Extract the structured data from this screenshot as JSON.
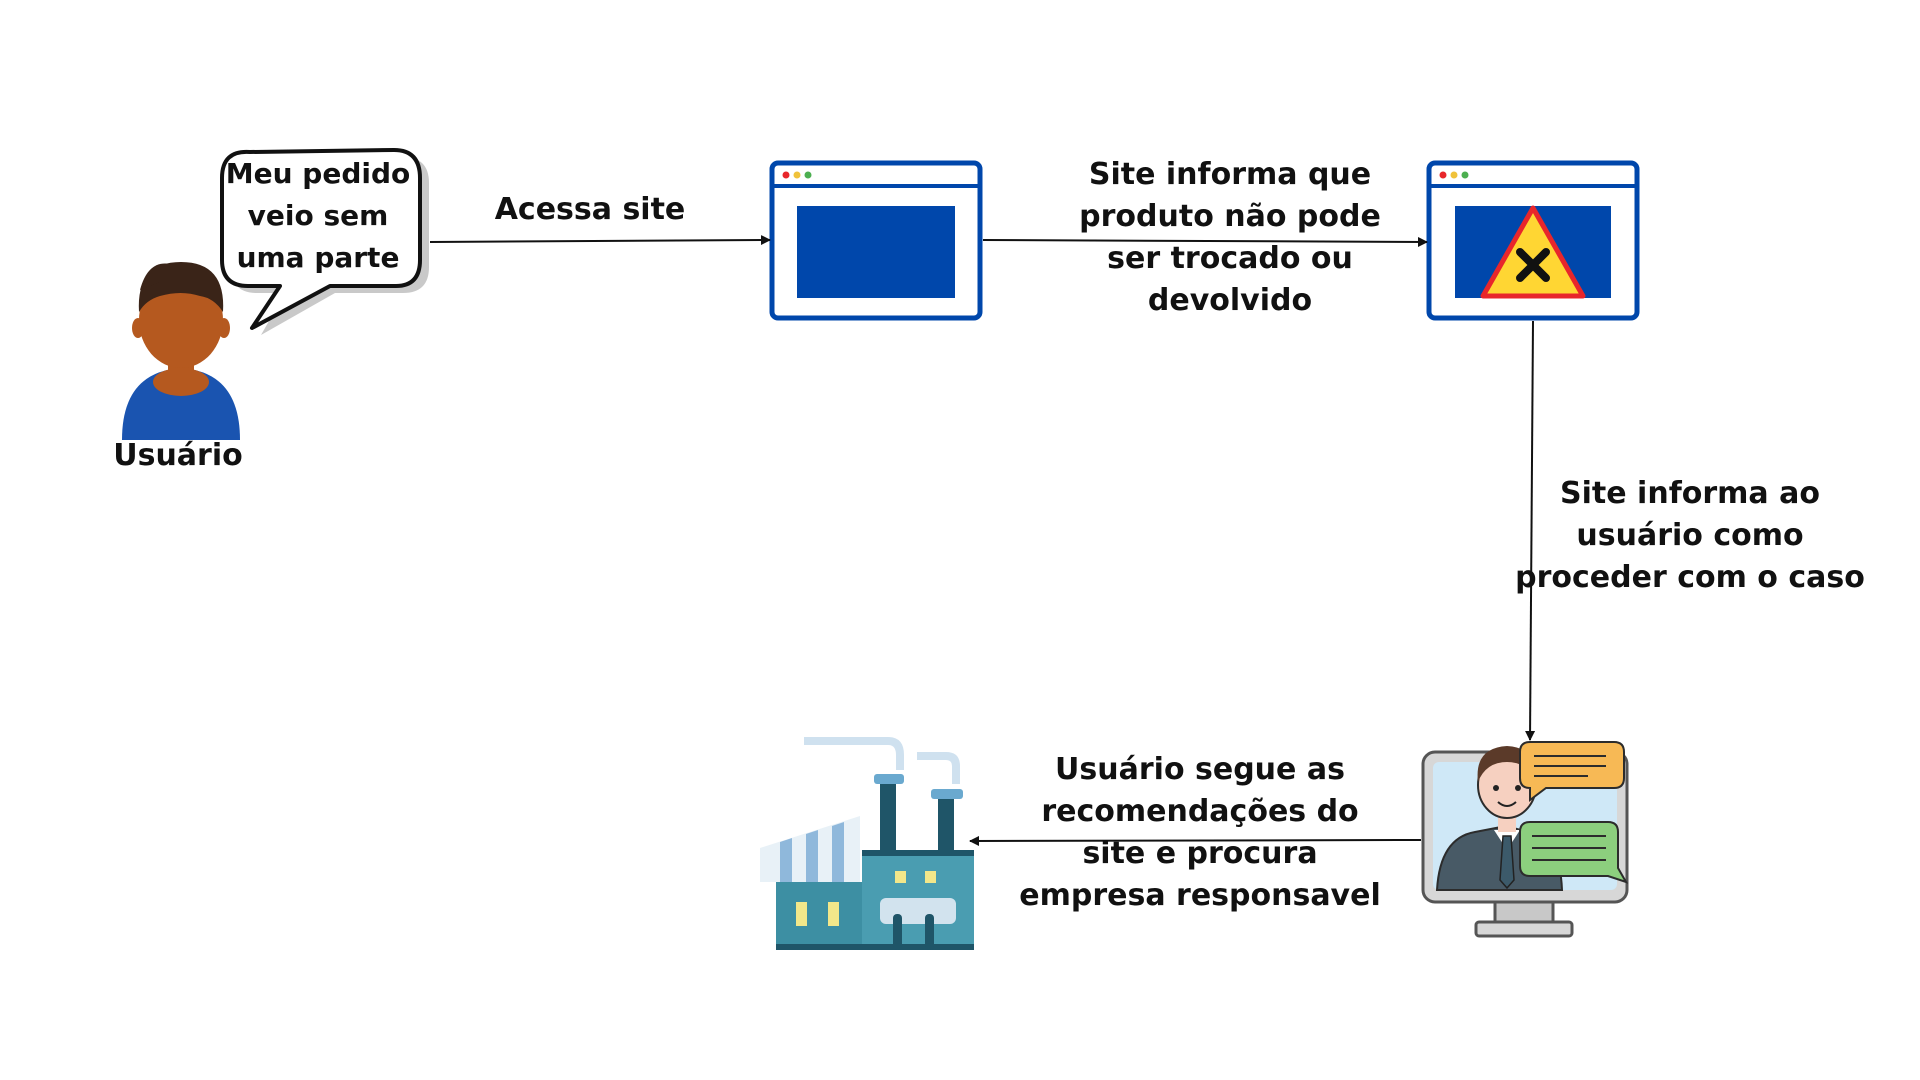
{
  "actor": {
    "speech": "Meu pedido\nveio sem\numa parte",
    "label": "Usuário"
  },
  "edges": {
    "access_site": "Acessa site",
    "site_informs_no_return": "Site informa que\nproduto não pode\nser trocado ou\ndevolvido",
    "site_informs_procedure": "Site informa ao\nusuário como\nproceder com o caso",
    "user_follows_recommendations": "Usuário segue as\nrecomendações do\nsite e procura\nempresa responsavel"
  },
  "colors": {
    "browser_blue": "#0047ab",
    "skin": "#b5591f",
    "hair": "#3a2418",
    "shirt": "#1a54b0",
    "warning_yellow": "#ffd633",
    "warning_red": "#e8262b",
    "factory_teal": "#3d8fa3",
    "factory_dark": "#1f5568",
    "chat_orange": "#f7b955",
    "chat_green": "#8ccf7e"
  },
  "icons": [
    "person-icon",
    "speech-bubble-icon",
    "browser-window-icon",
    "warning-browser-icon",
    "online-support-icon",
    "factory-icon"
  ]
}
